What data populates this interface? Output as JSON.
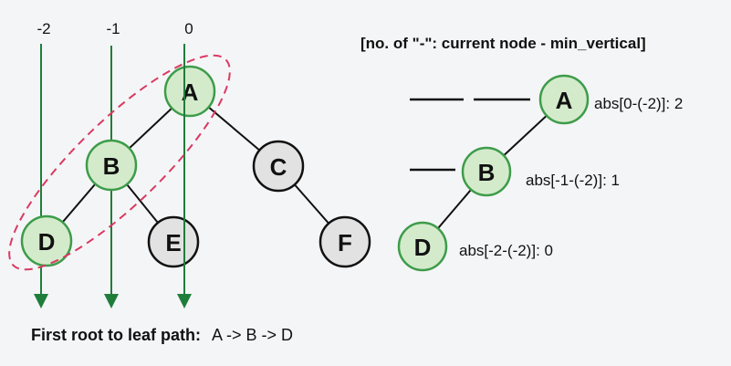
{
  "columns": [
    {
      "label": "-2"
    },
    {
      "label": "-1"
    },
    {
      "label": "0"
    }
  ],
  "tree_nodes": [
    {
      "label": "A",
      "highlighted": true
    },
    {
      "label": "B",
      "highlighted": true
    },
    {
      "label": "C",
      "highlighted": false
    },
    {
      "label": "D",
      "highlighted": true
    },
    {
      "label": "E",
      "highlighted": false
    },
    {
      "label": "F",
      "highlighted": false
    }
  ],
  "caption": {
    "bold": "First root to leaf path:",
    "path": "A -> B -> D"
  },
  "right": {
    "heading": "[no. of \"-\": current node - min_vertical]",
    "nodes": [
      {
        "label": "A",
        "formula": "abs[0-(-2)]: 2",
        "dashes": 2
      },
      {
        "label": "B",
        "formula": "abs[-1-(-2)]: 1",
        "dashes": 1
      },
      {
        "label": "D",
        "formula": "abs[-2-(-2)]: 0",
        "dashes": 0
      }
    ]
  },
  "colors": {
    "green_fill": "#d4ebcb",
    "green_stroke": "#3d9c4a",
    "gray_fill": "#e2e2e2",
    "arrow": "#1f7d3b",
    "dashed": "#d93a62"
  }
}
